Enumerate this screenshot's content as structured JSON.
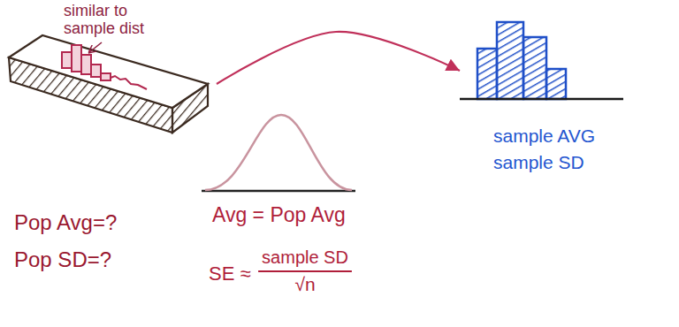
{
  "diagram": {
    "nodes": [
      {
        "text": [
          "similar to sample dist",
          "Pop Avg=?",
          "Pop SD=?"
        ]
      },
      {
        "text": [
          "sample AVG",
          "sample SD"
        ]
      }
    ],
    "edges": [
      {
        "from": 0,
        "to": 1,
        "arrow": "to"
      }
    ],
    "labels": [
      "Avg = Pop Avg",
      "SE ≈",
      "sample SD",
      "√n"
    ]
  }
}
